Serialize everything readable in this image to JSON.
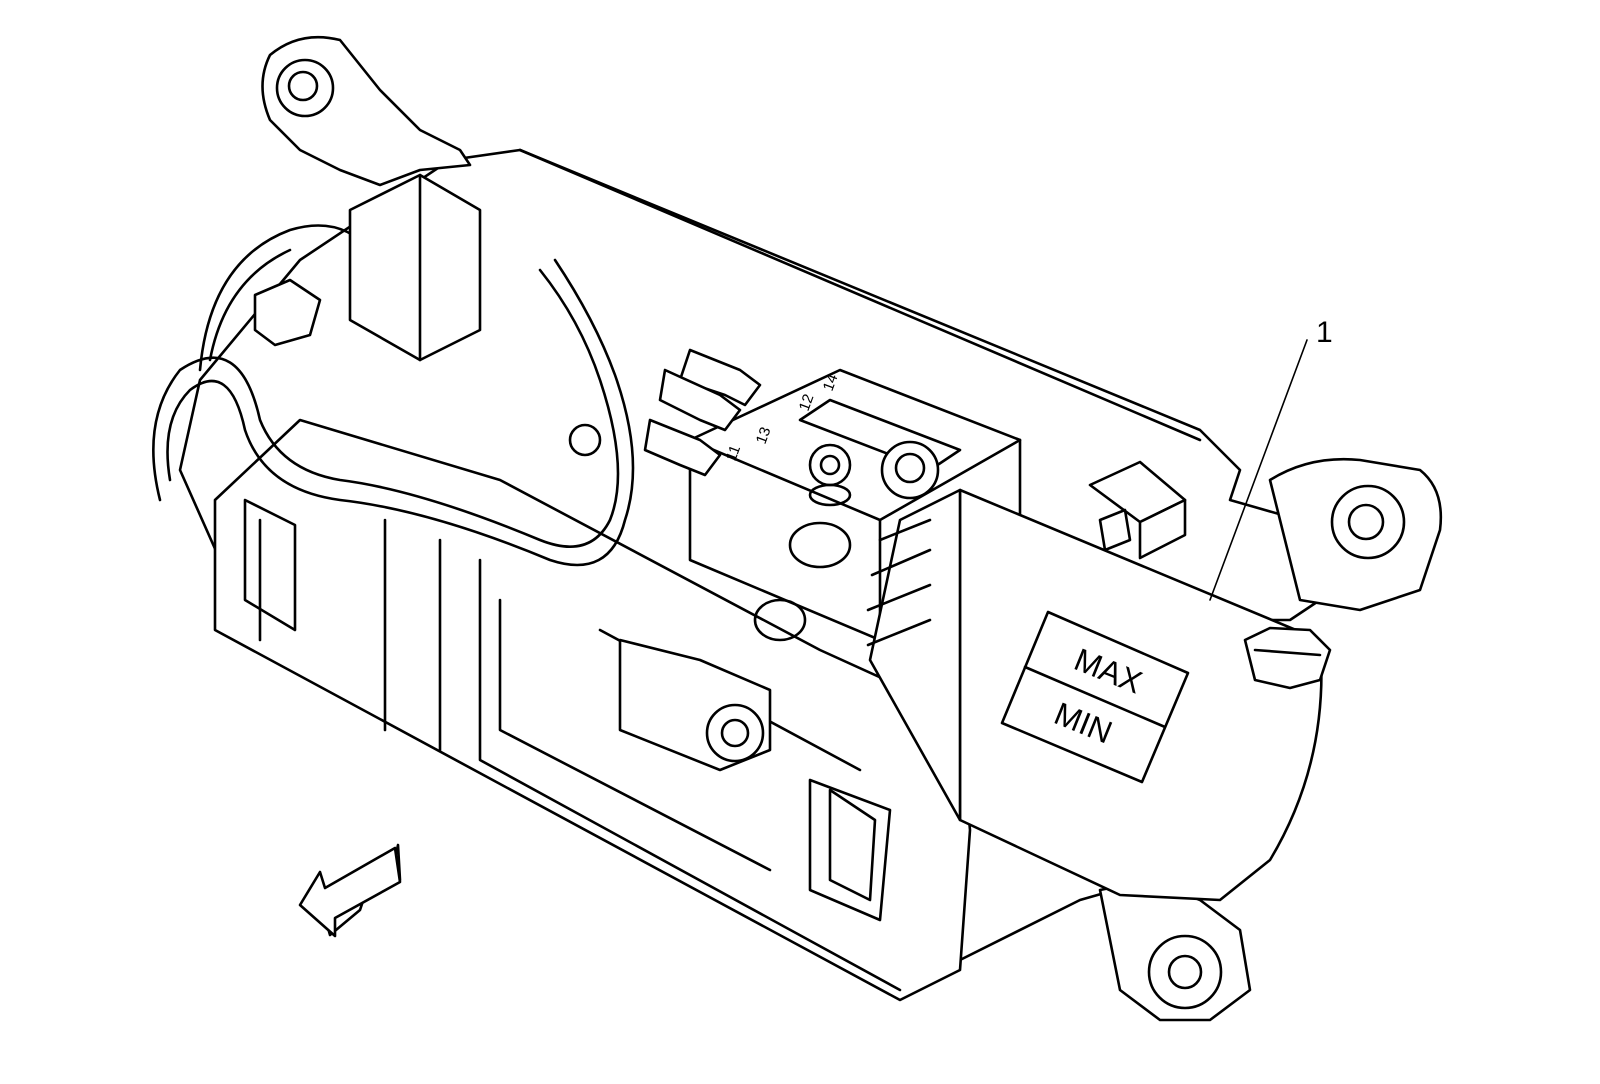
{
  "diagram": {
    "callout_number": "1",
    "reservoir_label_max": "MAX",
    "reservoir_label_min": "MIN",
    "port_labels": [
      "14",
      "12",
      "13",
      "11"
    ],
    "line_color": "#000000",
    "background_color": "#ffffff"
  }
}
